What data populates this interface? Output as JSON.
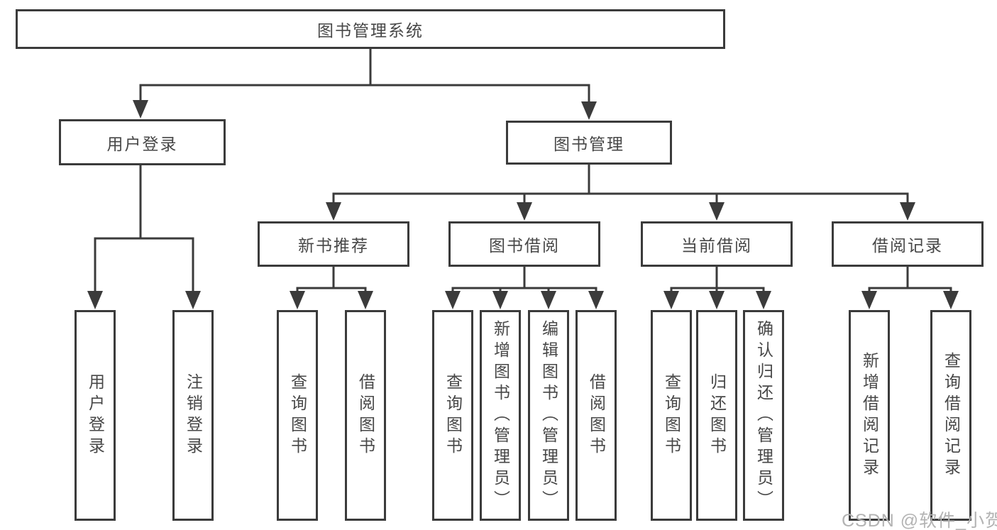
{
  "tree": {
    "label": "图书管理系统",
    "children": [
      {
        "label": "用户登录",
        "children": [
          {
            "label": "用户登录"
          },
          {
            "label": "注销登录"
          }
        ]
      },
      {
        "label": "图书管理",
        "children": [
          {
            "label": "新书推荐",
            "children": [
              {
                "label": "查询图书"
              },
              {
                "label": "借阅图书"
              }
            ]
          },
          {
            "label": "图书借阅",
            "children": [
              {
                "label": "查询图书"
              },
              {
                "label": "新增图书（管理员）"
              },
              {
                "label": "编辑图书（管理员）"
              },
              {
                "label": "借阅图书"
              }
            ]
          },
          {
            "label": "当前借阅",
            "children": [
              {
                "label": "查询图书"
              },
              {
                "label": "归还图书"
              },
              {
                "label": "确认归还（管理员）"
              }
            ]
          },
          {
            "label": "借阅记录",
            "children": [
              {
                "label": "新增借阅记录"
              },
              {
                "label": "查询借阅记录"
              }
            ]
          }
        ]
      }
    ]
  },
  "colors": {
    "line": "#3b3b3b",
    "text": "#474747",
    "watermark": "#b3b3b3"
  },
  "watermark": {
    "text": "CSDN @软件_小贺同学"
  }
}
